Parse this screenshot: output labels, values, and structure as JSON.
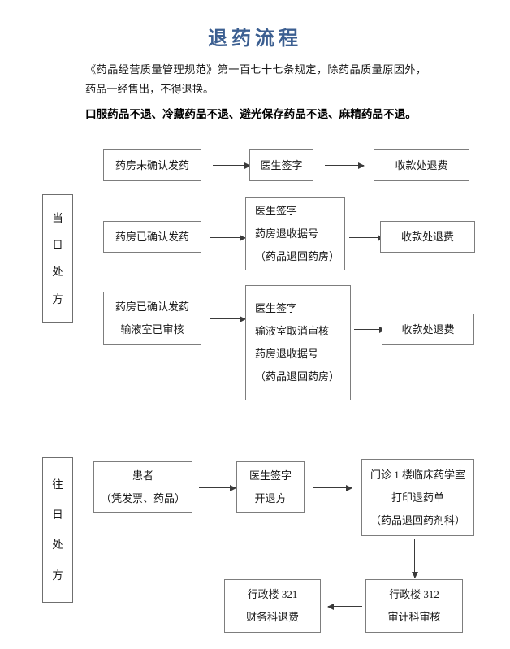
{
  "document": {
    "title": "退药流程",
    "title_color": "#3c5f91",
    "intro_paragraph": "《药品经营质量管理规范》第一百七十七条规定，除药品质量原因外，药品一经售出，不得退换。",
    "notice": "口服药品不退、冷藏药品不退、避光保存药品不退、麻精药品不退。",
    "page_background": "#ffffff",
    "box_border_color": "#7d7d7d",
    "arrow_color": "#3a3a3a"
  },
  "sections": [
    {
      "id": "today",
      "side_label": "当日处方",
      "side_label_chars": [
        "当",
        "日",
        "处",
        "方"
      ],
      "rows": [
        {
          "id": "today-row-1",
          "nodes": [
            {
              "id": "n1",
              "lines": [
                "药房未确认发药"
              ],
              "align": "center"
            },
            {
              "id": "n2",
              "lines": [
                "医生签字"
              ],
              "align": "center"
            },
            {
              "id": "n3",
              "lines": [
                "收款处退费"
              ],
              "align": "center"
            }
          ]
        },
        {
          "id": "today-row-2",
          "nodes": [
            {
              "id": "n4",
              "lines": [
                "药房已确认发药"
              ],
              "align": "center"
            },
            {
              "id": "n5",
              "lines": [
                "医生签字",
                "药房退收据号",
                "（药品退回药房）"
              ],
              "align": "left"
            },
            {
              "id": "n6",
              "lines": [
                "收款处退费"
              ],
              "align": "center"
            }
          ]
        },
        {
          "id": "today-row-3",
          "nodes": [
            {
              "id": "n7",
              "lines": [
                "药房已确认发药",
                "输液室已审核"
              ],
              "align": "center"
            },
            {
              "id": "n8",
              "lines": [
                "医生签字",
                "输液室取消审核",
                "药房退收据号",
                "（药品退回药房）"
              ],
              "align": "left"
            },
            {
              "id": "n9",
              "lines": [
                "收款处退费"
              ],
              "align": "center"
            }
          ]
        }
      ]
    },
    {
      "id": "past",
      "side_label": "往日处方",
      "side_label_chars": [
        "往",
        "日",
        "处",
        "方"
      ],
      "rows": [
        {
          "id": "past-row-1",
          "nodes": [
            {
              "id": "p1",
              "lines": [
                "患者",
                "（凭发票、药品）"
              ],
              "align": "center"
            },
            {
              "id": "p2",
              "lines": [
                "医生签字",
                "开退方"
              ],
              "align": "center"
            },
            {
              "id": "p3",
              "lines": [
                "门诊 1 楼临床药学室",
                "打印退药单",
                "（药品退回药剂科）"
              ],
              "align": "center"
            }
          ]
        },
        {
          "id": "past-row-2",
          "nodes": [
            {
              "id": "p4",
              "lines": [
                "行政楼 321",
                "财务科退费"
              ],
              "align": "center"
            },
            {
              "id": "p5",
              "lines": [
                "行政楼 312",
                "审计科审核"
              ],
              "align": "center"
            }
          ]
        }
      ]
    }
  ]
}
